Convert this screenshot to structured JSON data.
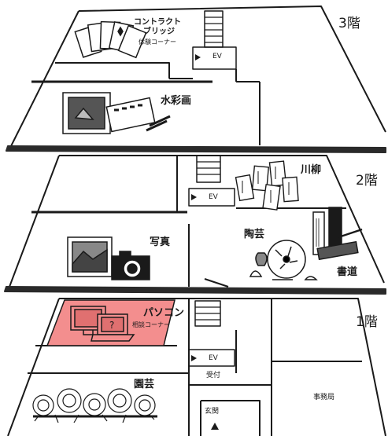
{
  "floors": {
    "f3": {
      "label": "3階",
      "ev": "EV",
      "rooms": {
        "bridge": {
          "title": "コントラクト",
          "title2": "ブリッジ",
          "sub": "体験コーナー"
        },
        "watercolor": {
          "title": "水彩画"
        }
      }
    },
    "f2": {
      "label": "2階",
      "ev": "EV",
      "rooms": {
        "senryu": {
          "title": "川柳"
        },
        "photo": {
          "title": "写真"
        },
        "pottery": {
          "title": "陶芸"
        },
        "calligraphy": {
          "title": "書道"
        }
      }
    },
    "f1": {
      "label": "1階",
      "ev": "EV",
      "rooms": {
        "pc": {
          "title": "パソコン",
          "sub": "相談コーナー",
          "highlight": "#f38e8e"
        },
        "gardening": {
          "title": "園芸"
        },
        "reception": {
          "title": "受付"
        },
        "entrance": {
          "title": "玄関"
        },
        "office": {
          "title": "事務局"
        }
      }
    }
  },
  "colors": {
    "ink": "#1a1a1a",
    "slab": "#2a2a2a",
    "highlight": "#f38e8e"
  },
  "icons": [
    "playing-cards-icon",
    "watercolor-set-icon",
    "paper-slips-icon",
    "photo-camera-icon",
    "pottery-icon",
    "calligraphy-tools-icon",
    "computer-icon",
    "chrysanthemum-icon",
    "entrance-arrow-icon",
    "elevator-arrow-icon"
  ]
}
